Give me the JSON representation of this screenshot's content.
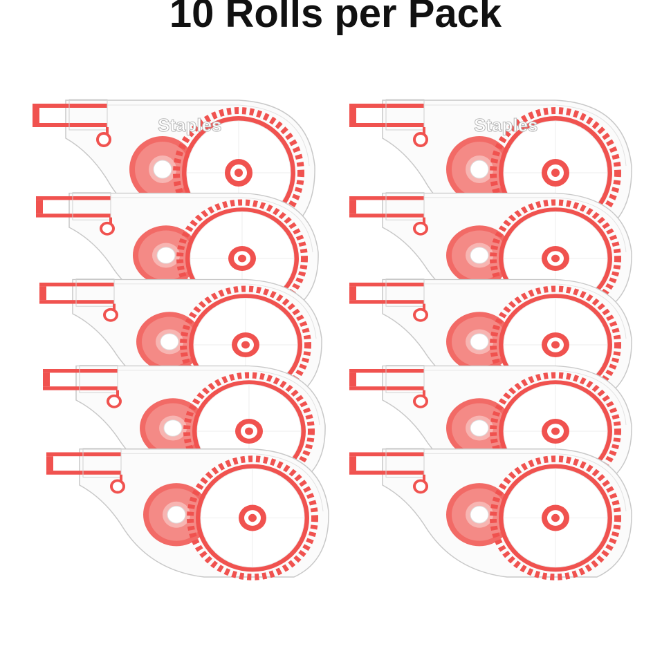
{
  "title": "10 Rolls per Pack",
  "product": {
    "brand_logo": "Staples",
    "count": 10,
    "columns": 2,
    "per_column": 5
  },
  "colors": {
    "accent": "#f0524f",
    "roll": "#f26a66",
    "body_outline": "#c8c8c8"
  }
}
